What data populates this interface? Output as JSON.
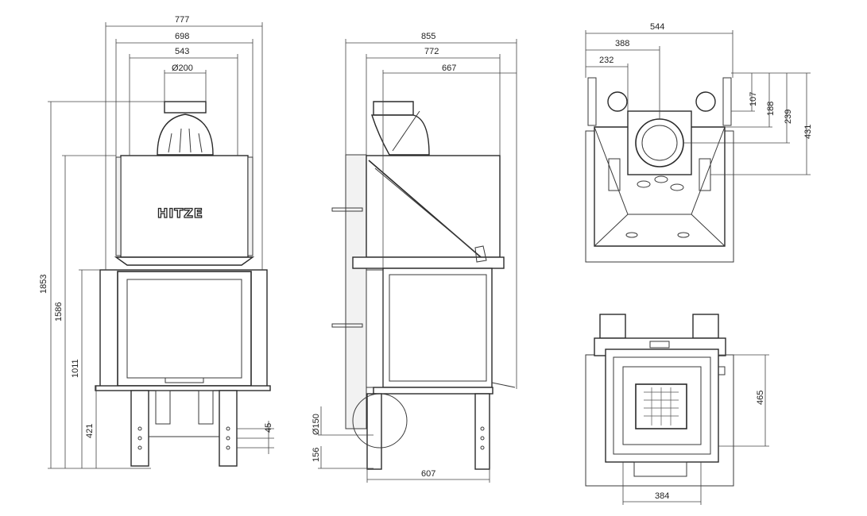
{
  "brand": {
    "logo_text": "HITZE"
  },
  "front_view": {
    "width_overall": "777",
    "width_body": "698",
    "width_inner": "543",
    "flue_diameter": "Ø200",
    "height_total": "1853",
    "height_body_top": "1586",
    "height_door_top": "1011",
    "height_base": "421",
    "leg_hole_spacing": "45"
  },
  "side_view": {
    "depth_overall": "855",
    "depth_body": "772",
    "depth_inner": "667",
    "air_inlet_diameter": "Ø150",
    "air_inlet_height": "156",
    "leg_spacing": "607"
  },
  "top_view": {
    "width": "544",
    "flue_center_x": "388",
    "offset_x": "232",
    "depth_107": "107",
    "depth_188": "188",
    "depth_239": "239",
    "depth_431": "431"
  },
  "bottom_view": {
    "height": "465",
    "width": "384"
  }
}
